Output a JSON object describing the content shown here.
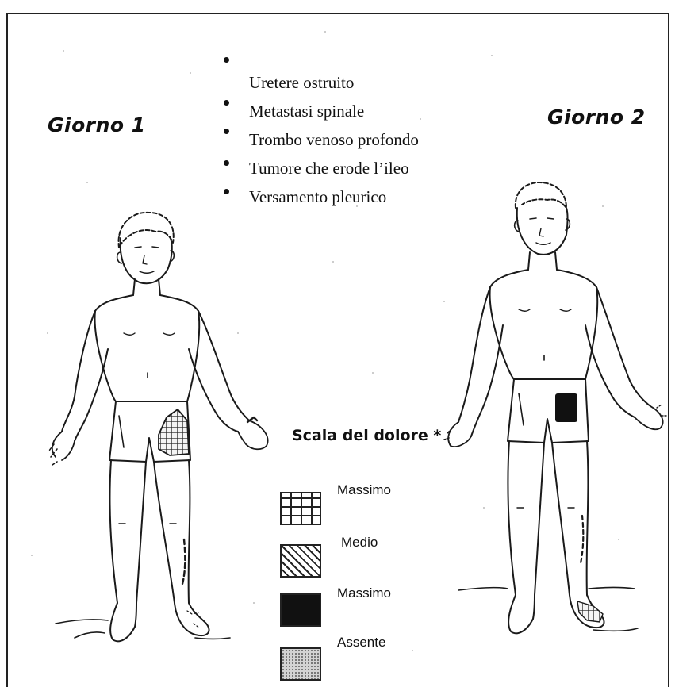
{
  "days": {
    "day1": "Giorno 1",
    "day2": "Giorno 2"
  },
  "diagnoses": [
    "Uretere ostruito",
    "Metastasi spinale",
    "Trombo venoso profondo",
    "Tumore che erode l’ileo",
    "Versamento pleurico"
  ],
  "legend": {
    "title": "Scala del dolore *",
    "items": [
      {
        "label": "Massimo",
        "pattern": "grid"
      },
      {
        "label": "Medio",
        "pattern": "diagonal-hatch"
      },
      {
        "label": "Massimo",
        "pattern": "solid-black"
      },
      {
        "label": "Assente",
        "pattern": "dotted-gray"
      }
    ]
  },
  "colors": {
    "ink": "#111111",
    "paper": "#ffffff",
    "stipple": "#bdbdbd"
  }
}
